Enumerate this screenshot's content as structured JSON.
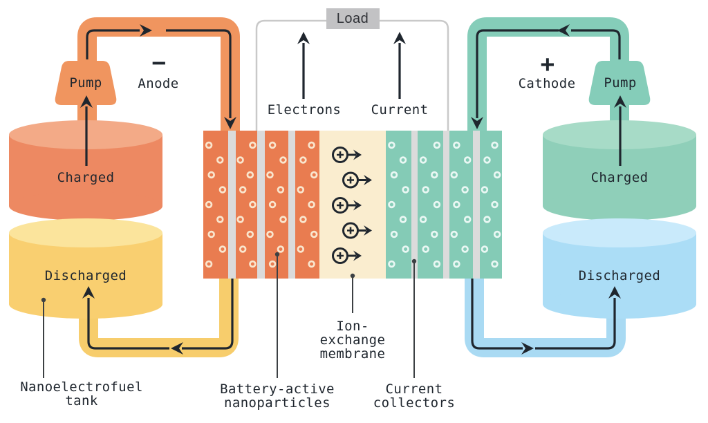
{
  "circuit": {
    "load_label": "Load",
    "electrons_label": "Electrons",
    "current_label": "Current"
  },
  "left_loop": {
    "electrode_sign": "−",
    "electrode_label": "Anode",
    "pump_label": "Pump",
    "charged_label": "Charged",
    "discharged_label": "Discharged",
    "tank_caption": [
      "Nanoelectrofuel",
      "tank"
    ]
  },
  "right_loop": {
    "electrode_sign": "+",
    "electrode_label": "Cathode",
    "pump_label": "Pump",
    "charged_label": "Charged",
    "discharged_label": "Discharged"
  },
  "cell": {
    "ion_exchange_caption": [
      "Ion-",
      "exchange",
      "membrane"
    ],
    "battery_active_caption": [
      "Battery-active",
      "nanoparticles"
    ],
    "current_collectors_caption": [
      "Current",
      "collectors"
    ],
    "ion_count": 5,
    "particles_per_column": 9,
    "columns_per_side": 4
  },
  "icons": {
    "ion_symbol": "circled-plus-right-arrow",
    "nanoparticle": "ring",
    "flow_arrow": "solid-chevron-arrow"
  },
  "colors": {
    "ink": "#1f262e",
    "leader": "#3c4043",
    "wire": "#c9c9c9",
    "load_bg": "#c2c2c4",
    "load_border": "#b0b0b2",
    "orange_pipe": "#f0955f",
    "orange_stack": "#e97c50",
    "orange_tank": "#ed8962",
    "orange_tank_top": "#f3aa87",
    "yellow_pipe": "#f7cd6c",
    "yellow_tank": "#f9cf70",
    "yellow_tank_top": "#fbe49c",
    "teal_pipe": "#85cdb9",
    "teal_stack": "#84cbb6",
    "teal_tank": "#8fcfb9",
    "teal_tank_top": "#a7dbc7",
    "blue_pipe": "#a9daf3",
    "blue_tank": "#abddf6",
    "blue_tank_top": "#c9eafb",
    "cream_membrane": "#faedcf",
    "gray_stripe": "#dbdbdb",
    "particle_ring_left": "#f9e6ce",
    "particle_ring_right": "#e9f7f3"
  }
}
